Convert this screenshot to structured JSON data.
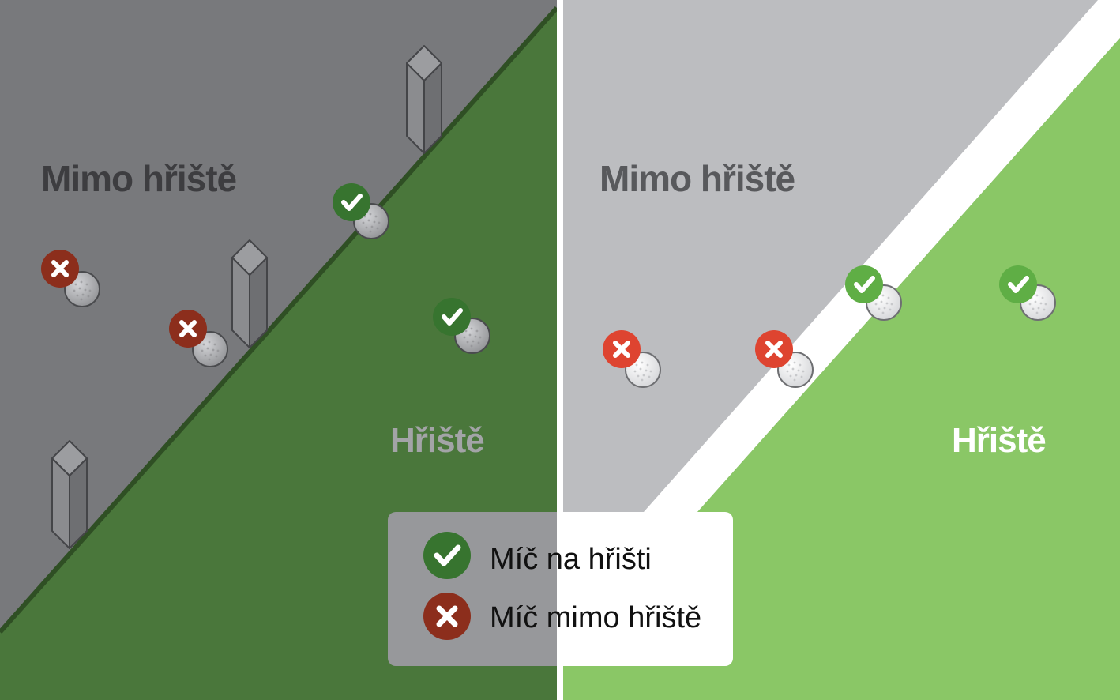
{
  "left_panel": {
    "out_label": "Mimo hřiště",
    "in_label": "Hřiště",
    "colors": {
      "out_zone": "#78797c",
      "in_zone": "#4a773b",
      "boundary_line": "#2f4f24",
      "stake_front": "#8b8c8f",
      "stake_side": "#6e6f72",
      "stake_top": "#9c9da0",
      "stake_outline": "#444548",
      "out_label": "#3d3d40",
      "in_label": "#a3a4a7",
      "check_badge": "#37742f",
      "cross_badge": "#8c2e1c",
      "ball": "#a8a9ac"
    },
    "icons": [
      "stake-icon",
      "golf-ball-icon",
      "check-icon",
      "cross-icon"
    ]
  },
  "right_panel": {
    "out_label": "Mimo hřiště",
    "in_label": "Hřiště",
    "colors": {
      "out_zone": "#bcbdc0",
      "in_zone": "#8ac766",
      "boundary_line": "#ffffff",
      "out_label": "#58595c",
      "in_label": "#ffffff",
      "check_badge": "#5fae45",
      "cross_badge": "#de4430",
      "ball": "#ffffff"
    },
    "icons": [
      "golf-ball-icon",
      "check-icon",
      "cross-icon"
    ]
  },
  "legend": {
    "in_label": "Míč na hřišti",
    "out_label": "Míč mimo hřiště",
    "colors": {
      "left_bg": "#97989b",
      "right_bg": "#ffffff",
      "check_badge": "#37742f",
      "cross_badge": "#8c2e1c",
      "text": "#111111"
    },
    "icons": [
      "check-icon",
      "cross-icon"
    ]
  },
  "divider_color": "#ffffff"
}
